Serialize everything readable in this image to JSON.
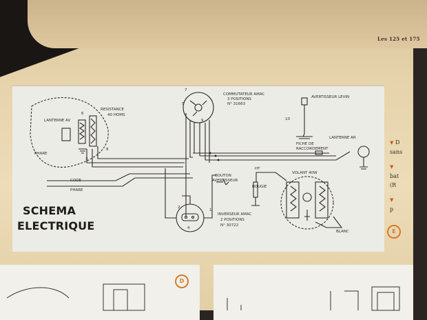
{
  "header": {
    "text": "Les 125 et 175"
  },
  "schema": {
    "title_line1": "SCHEMA",
    "title_line2": "ELECTRIQUE",
    "badge": "E",
    "labels": {
      "lanterne_av": "LANTERNE AV",
      "phare": "PHARE",
      "resistance": "RESISTANCE",
      "resistance_value": "40 HOMS",
      "commutateur_line1": "COMMUTATEUR AMAC",
      "commutateur_line2": "3 POSITIONS",
      "commutateur_line3": "N° 31663",
      "avertisseur_levin": "AVERTISSEUR LEVIN",
      "lanterne_ar": "LANTERNE AR",
      "fiche_line1": "FICHE DE",
      "fiche_line2": "RACCORDEMENT",
      "code": "CODE",
      "phare_wire": "PHARE",
      "bouton_line1": "BOUTON",
      "bouton_line2": "AVERTISSEUR",
      "ht": "HT",
      "bougie": "BOUGIE",
      "volant": "VOLANT 40W",
      "inverseur_line1": "INVERSEUR AMAC",
      "inverseur_line2": "2 POSITIONS",
      "inverseur_line3": "N° 30722",
      "blanc": "BLANC"
    },
    "numbers": {
      "n7": "7",
      "n5": "5",
      "n6": "6",
      "n3": "3",
      "n8": "8",
      "n9": "9",
      "n10": "10",
      "n1": "1",
      "n4": "4",
      "n2": "2"
    }
  },
  "side_text": {
    "line1": "D",
    "line2": "sans",
    "line3": "bat",
    "line4": "(R",
    "line5": "p"
  },
  "lower": {
    "badge": "D"
  }
}
